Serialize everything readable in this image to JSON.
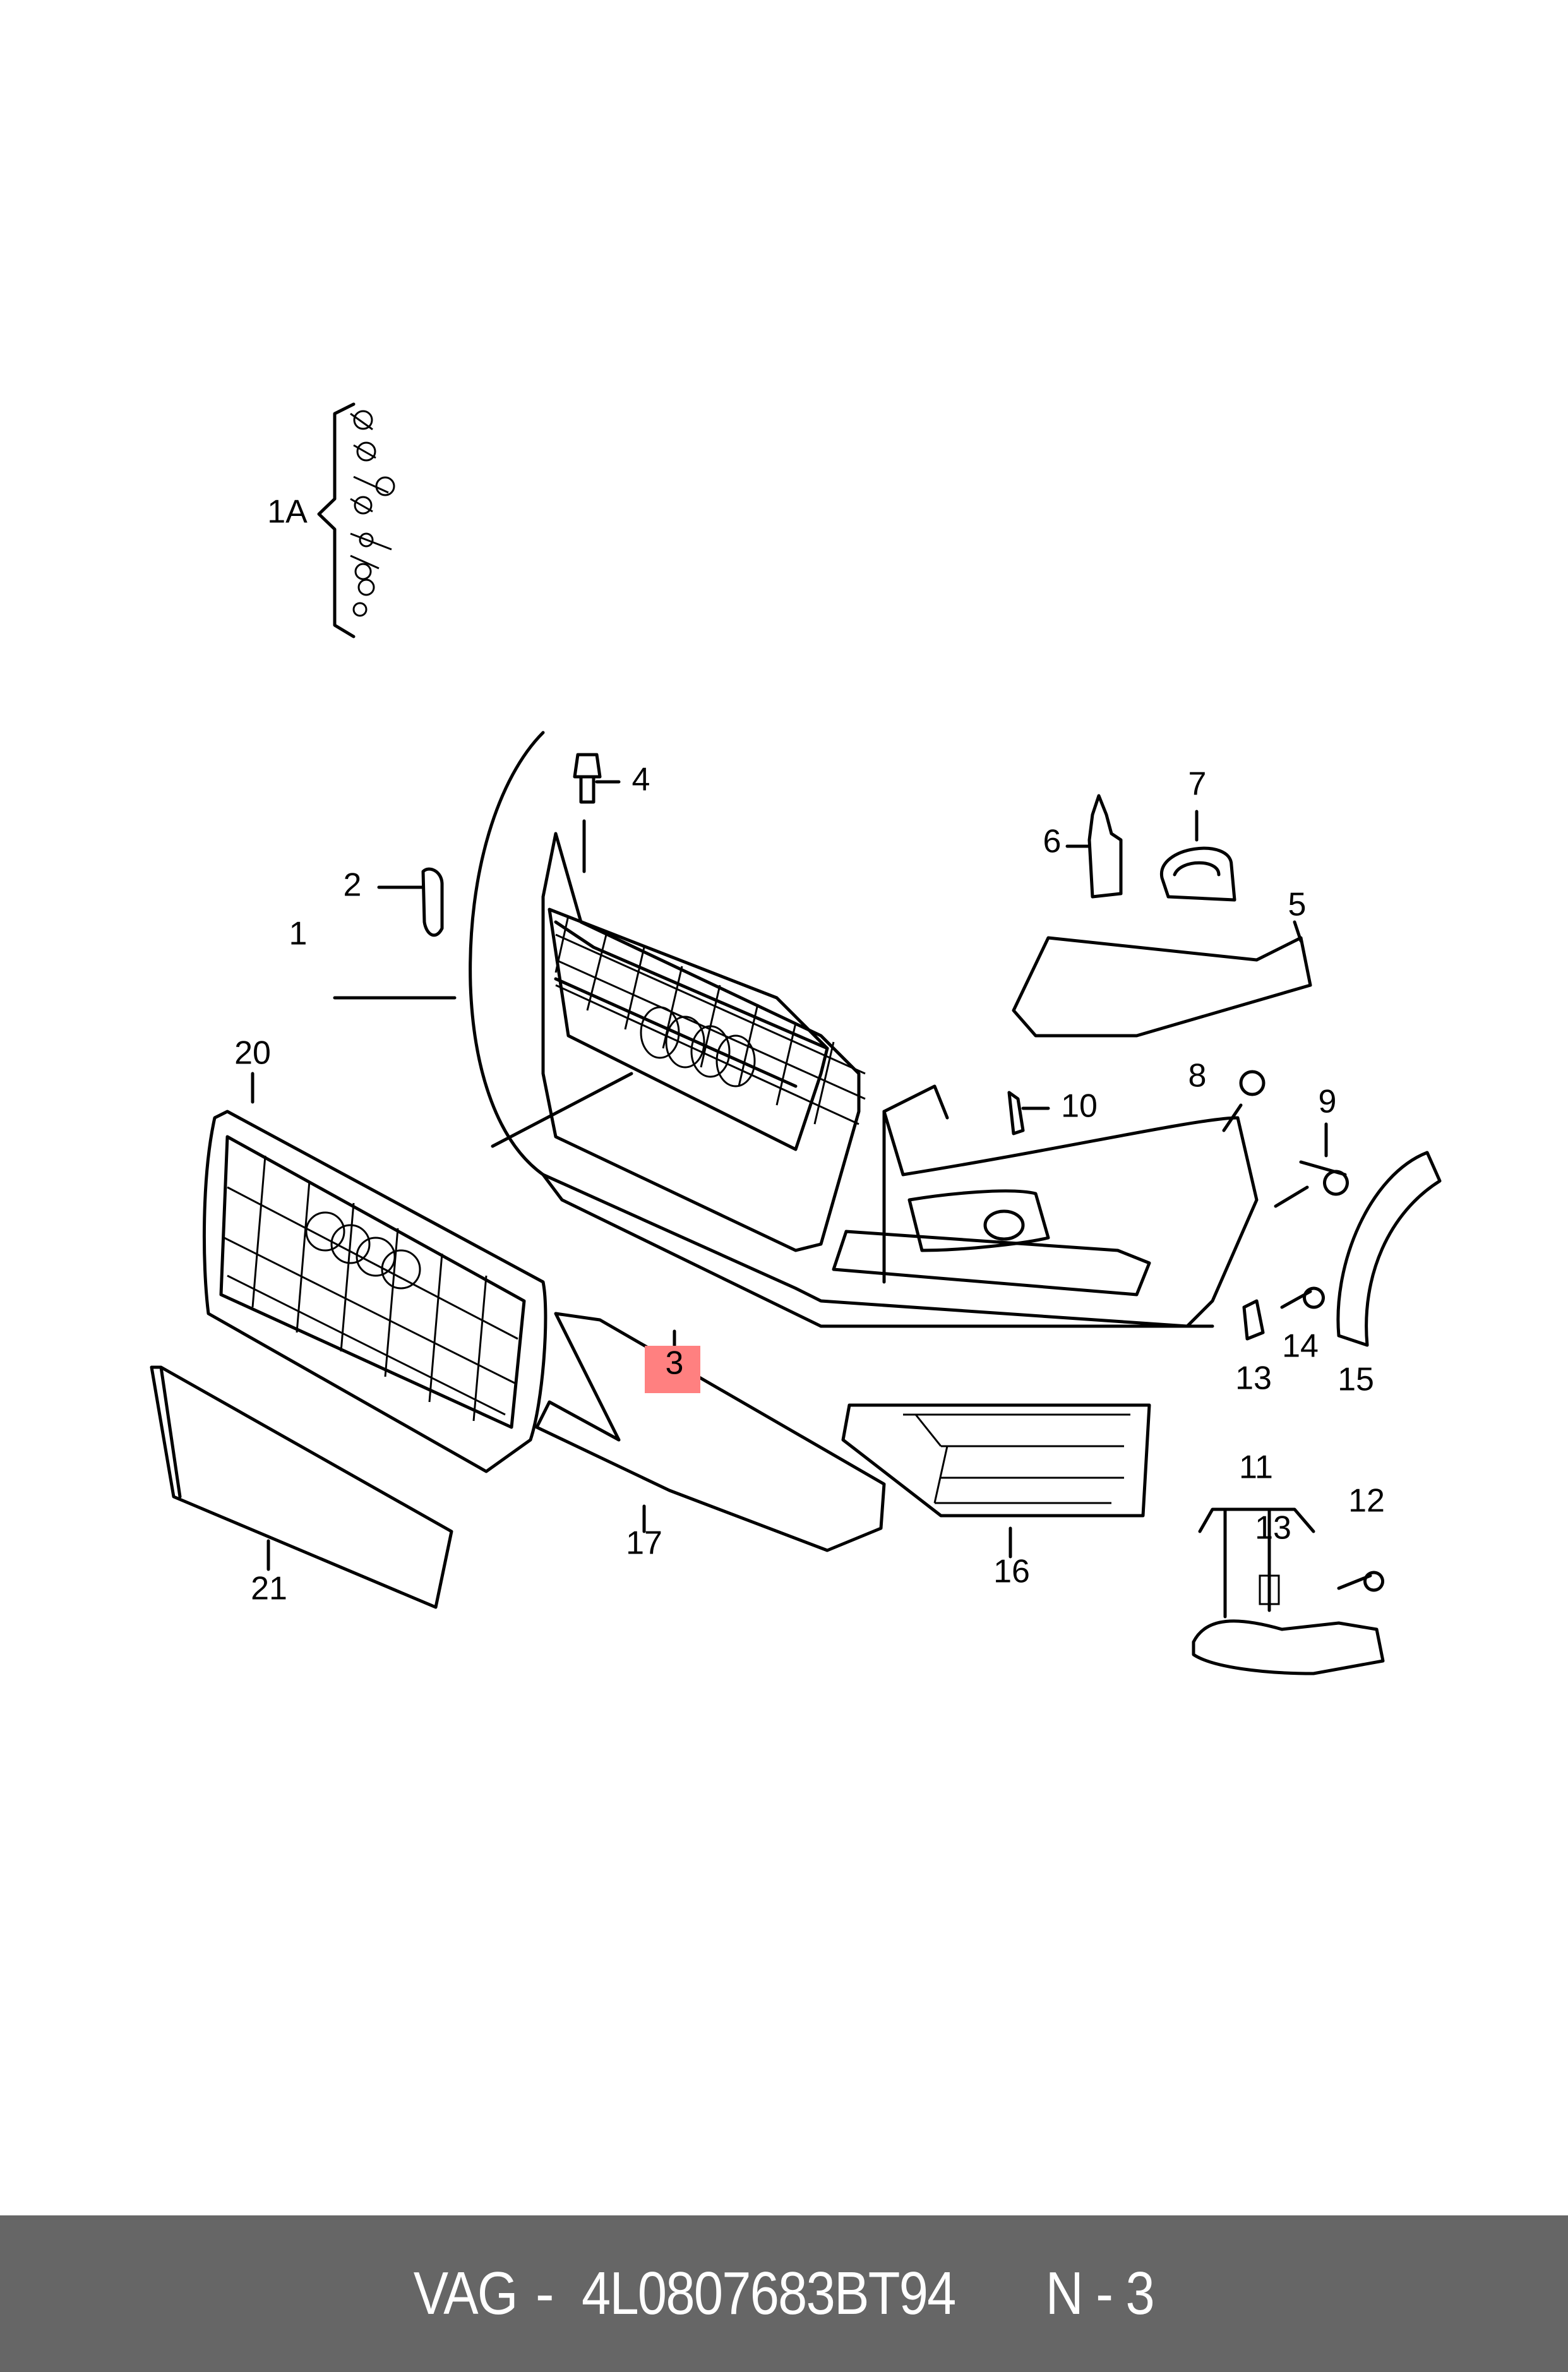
{
  "diagram": {
    "highlight_color": "#ff8080",
    "callouts": {
      "c1A": "1A",
      "c1": "1",
      "c2": "2",
      "c3": "3",
      "c4": "4",
      "c5": "5",
      "c6": "6",
      "c7": "7",
      "c8": "8",
      "c9": "9",
      "c10": "10",
      "c11": "11",
      "c12": "12",
      "c13a": "13",
      "c13b": "13",
      "c14": "14",
      "c15": "15",
      "c16": "16",
      "c17": "17",
      "c20": "20",
      "c21": "21"
    }
  },
  "footer": {
    "brand": "VAG",
    "part_number": "4L0807683BT94",
    "position": "N - 3"
  }
}
